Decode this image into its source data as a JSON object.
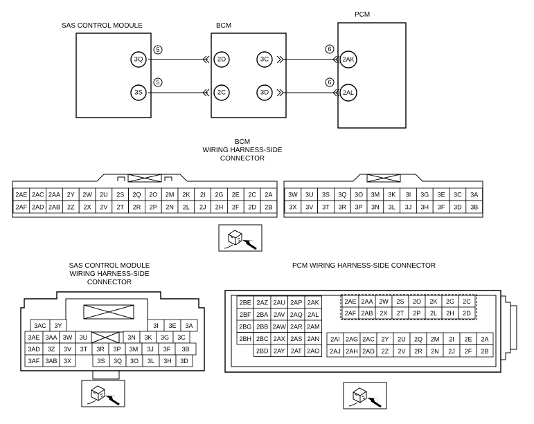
{
  "schematic": {
    "modules": [
      {
        "id": "sas",
        "label": "SAS CONTROL MODULE"
      },
      {
        "id": "bcm",
        "label": "BCM"
      },
      {
        "id": "pcm",
        "label": "PCM"
      }
    ],
    "sas_pins": [
      "3Q",
      "3S"
    ],
    "bcm_left_pins": [
      "2D",
      "2C"
    ],
    "bcm_right_pins": [
      "3C",
      "3D"
    ],
    "pcm_pins": [
      "2AK",
      "2AL"
    ],
    "wire_numbers": [
      "5",
      "5",
      "6",
      "6"
    ]
  },
  "bcm_connector": {
    "title": [
      "BCM",
      "WIRING HARNESS-SIDE",
      "CONNECTOR"
    ],
    "left_rows": [
      [
        "2AE",
        "2AC",
        "2AA",
        "2Y",
        "2W",
        "2U",
        "2S",
        "2Q",
        "2O",
        "2M",
        "2K",
        "2I",
        "2G",
        "2E",
        "2C",
        "2A"
      ],
      [
        "2AF",
        "2AD",
        "2AB",
        "2Z",
        "2X",
        "2V",
        "2T",
        "2R",
        "2P",
        "2N",
        "2L",
        "2J",
        "2H",
        "2F",
        "2D",
        "2B"
      ]
    ],
    "right_rows": [
      [
        "3W",
        "3U",
        "3S",
        "3Q",
        "3O",
        "3M",
        "3K",
        "3I",
        "3G",
        "3E",
        "3C",
        "3A"
      ],
      [
        "3X",
        "3V",
        "3T",
        "3R",
        "3P",
        "3N",
        "3L",
        "3J",
        "3H",
        "3F",
        "3D",
        "3B"
      ]
    ]
  },
  "sas_connector": {
    "title": [
      "SAS CONTROL MODULE",
      "WIRING HARNESS-SIDE",
      "CONNECTOR"
    ],
    "row1": [
      "3AC",
      "3Y",
      "3I",
      "3E",
      "3A"
    ],
    "row2": [
      "3AE",
      "3AA",
      "3W",
      "3U",
      "3N",
      "3K",
      "3G",
      "3C"
    ],
    "row3": [
      "3AD",
      "3Z",
      "3V",
      "3T",
      "3R",
      "3P",
      "3M",
      "3J",
      "3F",
      "3B"
    ],
    "row4": [
      "3AF",
      "3AB",
      "3X",
      "3S",
      "3Q",
      "3O",
      "3L",
      "3H",
      "3D"
    ]
  },
  "pcm_connector": {
    "title": "PCM WIRING HARNESS-SIDE CONNECTOR",
    "left_block": [
      [
        "2BE",
        "2AZ",
        "2AU",
        "2AP",
        "2AK"
      ],
      [
        "2BF",
        "2BA",
        "2AV",
        "2AQ",
        "2AL"
      ],
      [
        "2BG",
        "2BB",
        "2AW",
        "2AR",
        "2AM"
      ],
      [
        "2BH",
        "2BC",
        "2AX",
        "2AS",
        "2AN"
      ],
      [
        "2BD",
        "2AY",
        "2AT",
        "2AO"
      ]
    ],
    "top_block": [
      [
        "2AE",
        "2AA",
        "2W",
        "2S",
        "2O",
        "2K",
        "2G",
        "2C"
      ],
      [
        "2AF",
        "2AB",
        "2X",
        "2T",
        "2P",
        "2L",
        "2H",
        "2D"
      ]
    ],
    "bottom_block": [
      [
        "2AI",
        "2AG",
        "2AC",
        "2Y",
        "2U",
        "2Q",
        "2M",
        "2I",
        "2E",
        "2A"
      ],
      [
        "2AJ",
        "2AH",
        "2AD",
        "2Z",
        "2V",
        "2R",
        "2N",
        "2J",
        "2F",
        "2B"
      ]
    ]
  }
}
